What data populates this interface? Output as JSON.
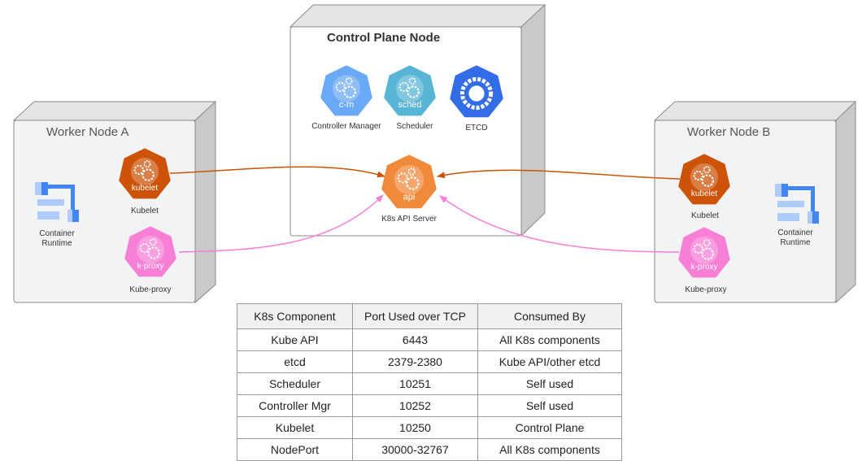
{
  "control_plane": {
    "title": "Control Plane Node",
    "components": [
      {
        "id": "cm",
        "badge": "c-m",
        "label": "Controller Manager",
        "color": "#6aa9f5"
      },
      {
        "id": "sched",
        "badge": "sched",
        "label": "Scheduler",
        "color": "#58b5d6"
      },
      {
        "id": "etcd",
        "badge": "",
        "label": "ETCD",
        "color": "#326de6"
      }
    ],
    "api": {
      "badge": "api",
      "label": "K8s API Server",
      "color": "#f0893a"
    }
  },
  "worker_a": {
    "title": "Worker Node A",
    "runtime_label_1": "Container",
    "runtime_label_2": "Runtime",
    "kubelet": {
      "badge": "kubelet",
      "label": "Kubelet",
      "color": "#cc5308"
    },
    "kproxy": {
      "badge": "k-proxy",
      "label": "Kube-proxy",
      "color": "#f77fd6"
    }
  },
  "worker_b": {
    "title": "Worker Node B",
    "runtime_label_1": "Container",
    "runtime_label_2": "Runtime",
    "kubelet": {
      "badge": "kubelet",
      "label": "Kubelet",
      "color": "#cc5308"
    },
    "kproxy": {
      "badge": "k-proxy",
      "label": "Kube-proxy",
      "color": "#f77fd6"
    }
  },
  "connections": [
    {
      "from": "worker_a.kubelet",
      "to": "api",
      "color": "#cc5308"
    },
    {
      "from": "worker_a.kproxy",
      "to": "api",
      "color": "#f77fd6"
    },
    {
      "from": "worker_b.kubelet",
      "to": "api",
      "color": "#cc5308"
    },
    {
      "from": "worker_b.kproxy",
      "to": "api",
      "color": "#f77fd6"
    }
  ],
  "table": {
    "headers": [
      "K8s Component",
      "Port Used over TCP",
      "Consumed By"
    ],
    "rows": [
      [
        "Kube API",
        "6443",
        "All K8s components"
      ],
      [
        "etcd",
        "2379-2380",
        "Kube API/other etcd"
      ],
      [
        "Scheduler",
        "10251",
        "Self used"
      ],
      [
        "Controller Mgr",
        "10252",
        "Self used"
      ],
      [
        "Kubelet",
        "10250",
        "Control Plane"
      ],
      [
        "NodePort",
        "30000-32767",
        "All K8s components"
      ]
    ]
  },
  "colors": {
    "box_front": "#f2f3f5",
    "box_front_cp": "#ffffff",
    "box_top": "#e4e4e4",
    "box_side": "#c9c9c9",
    "runtime_dark": "#4285f4",
    "runtime_light": "#aecbfa"
  }
}
